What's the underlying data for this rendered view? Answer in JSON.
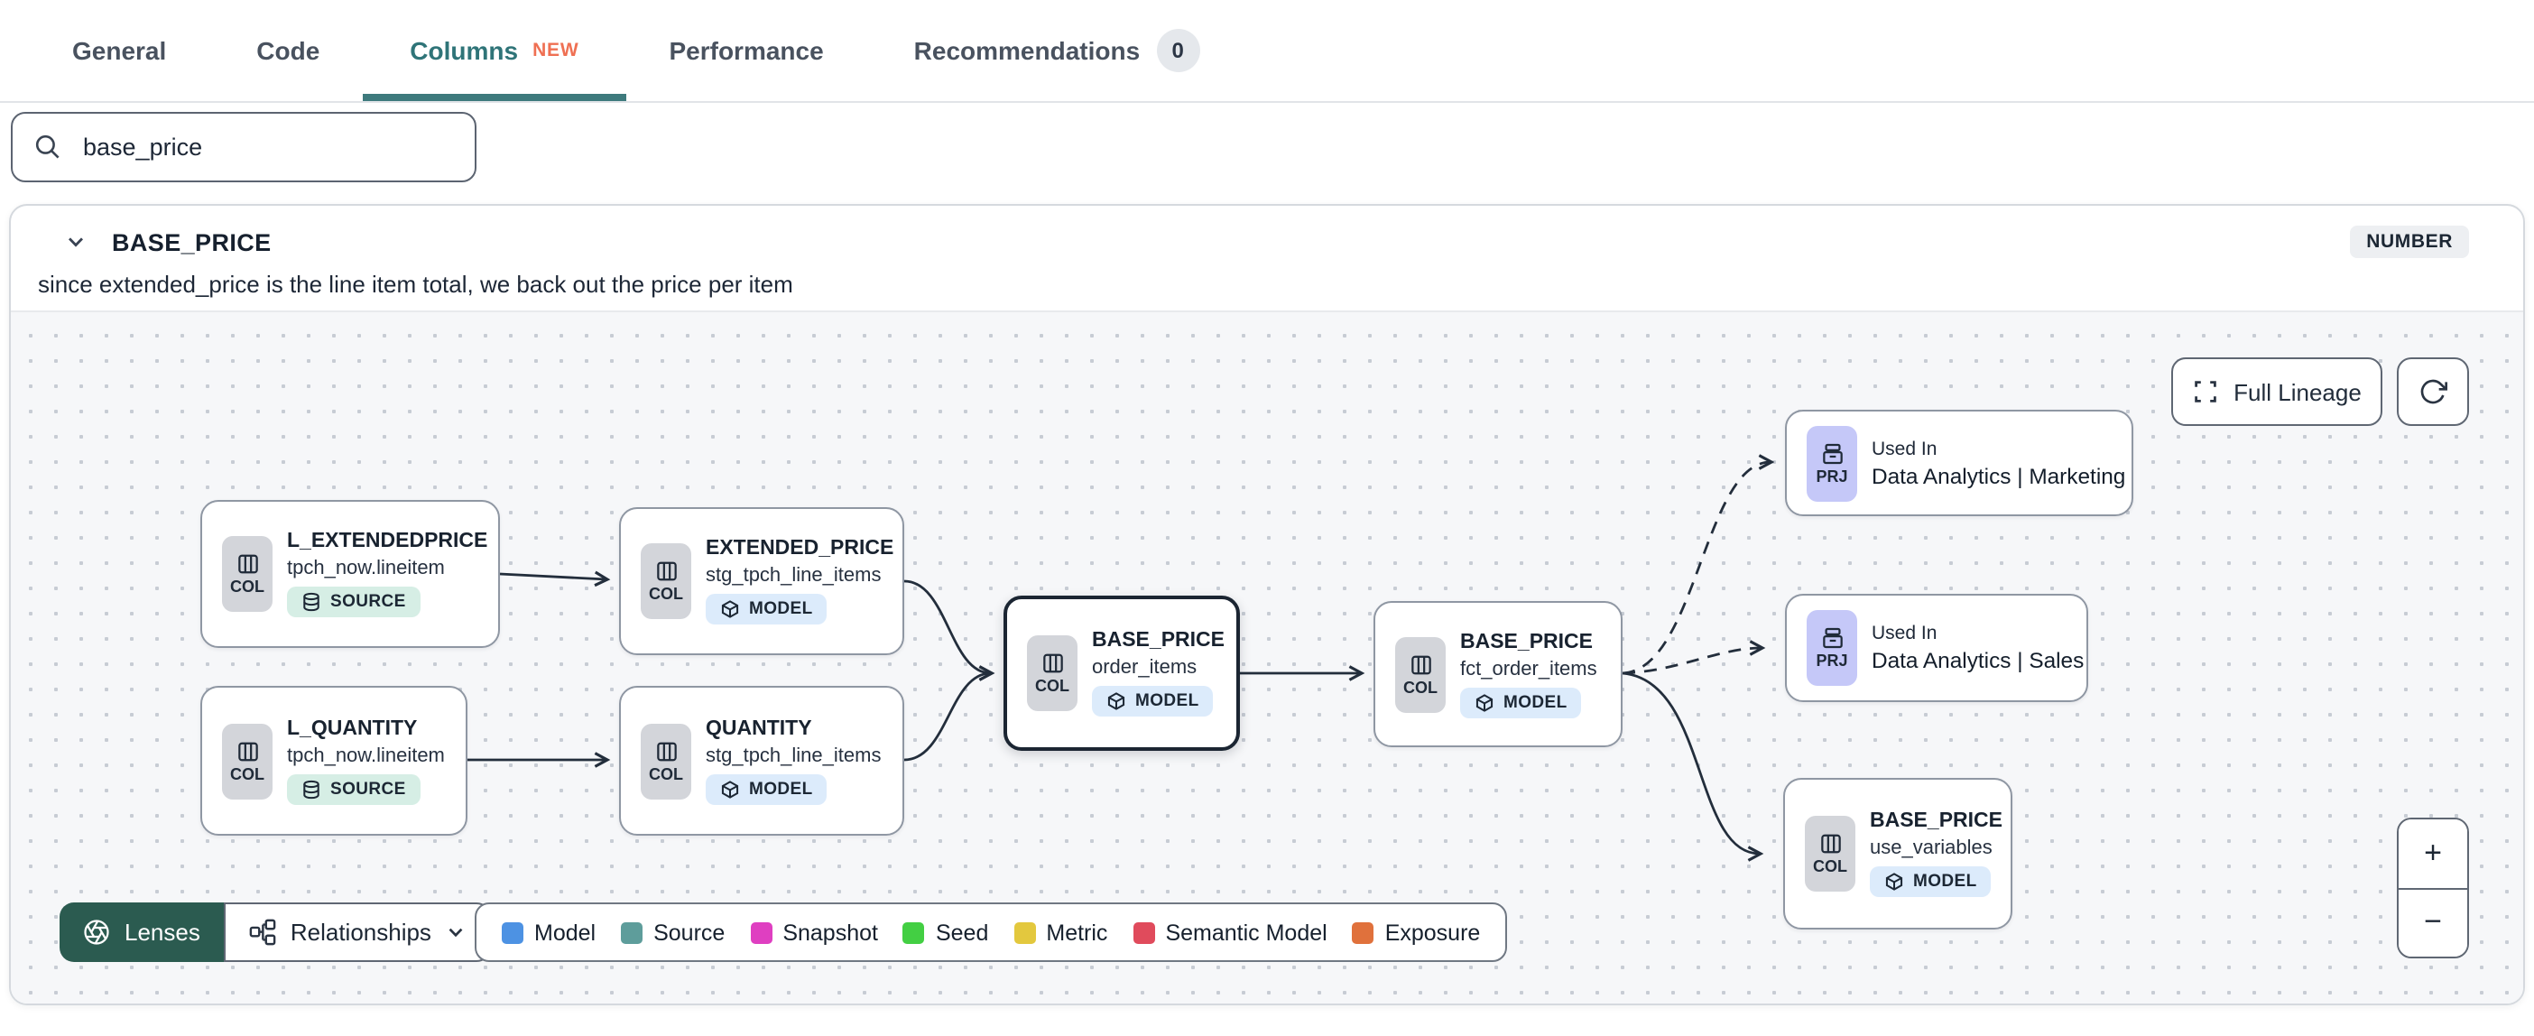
{
  "tabs": [
    {
      "label": "General"
    },
    {
      "label": "Code"
    },
    {
      "label": "Columns",
      "badge": "NEW"
    },
    {
      "label": "Performance"
    },
    {
      "label": "Recommendations",
      "count": "0"
    }
  ],
  "search": {
    "value": "base_price"
  },
  "column_card": {
    "name": "BASE_PRICE",
    "type": "NUMBER",
    "description": "since extended_price is the line item total, we back out the price per item"
  },
  "theme": {
    "accent_teal": "#3e7a7d",
    "new_badge_orange": "#ef7053",
    "lenses_green": "#2b5b50"
  },
  "lineage": {
    "controls": {
      "full_lineage_label": "Full Lineage",
      "zoom_in_label": "+",
      "zoom_out_label": "−"
    },
    "toolbar": {
      "lenses_label": "Lenses",
      "relationships_label": "Relationships"
    },
    "legend": [
      {
        "label": "Model",
        "color": "#4d92e3"
      },
      {
        "label": "Source",
        "color": "#5e9d9b"
      },
      {
        "label": "Snapshot",
        "color": "#df3fc1"
      },
      {
        "label": "Seed",
        "color": "#43cf43"
      },
      {
        "label": "Metric",
        "color": "#e3c83e"
      },
      {
        "label": "Semantic Model",
        "color": "#e04b5c"
      },
      {
        "label": "Exposure",
        "color": "#e0713c"
      }
    ],
    "nodes": [
      {
        "title": "L_EXTENDEDPRICE",
        "subtitle": "tpch_now.lineitem",
        "kind": "COL",
        "resource": "SOURCE"
      },
      {
        "title": "EXTENDED_PRICE",
        "subtitle": "stg_tpch_line_items",
        "kind": "COL",
        "resource": "MODEL"
      },
      {
        "title": "L_QUANTITY",
        "subtitle": "tpch_now.lineitem",
        "kind": "COL",
        "resource": "SOURCE"
      },
      {
        "title": "QUANTITY",
        "subtitle": "stg_tpch_line_items",
        "kind": "COL",
        "resource": "MODEL"
      },
      {
        "title": "BASE_PRICE",
        "subtitle": "order_items",
        "kind": "COL",
        "resource": "MODEL",
        "selected": true
      },
      {
        "title": "BASE_PRICE",
        "subtitle": "fct_order_items",
        "kind": "COL",
        "resource": "MODEL"
      },
      {
        "title": "Used In",
        "subtitle": "Data Analytics | Marketing",
        "kind": "PRJ"
      },
      {
        "title": "Used In",
        "subtitle": "Data Analytics | Sales",
        "kind": "PRJ"
      },
      {
        "title": "BASE_PRICE",
        "subtitle": "use_variables",
        "kind": "COL",
        "resource": "MODEL"
      }
    ],
    "edges": [
      {
        "from": "L_EXTENDEDPRICE (tpch_now.lineitem)",
        "to": "EXTENDED_PRICE (stg_tpch_line_items)",
        "style": "solid"
      },
      {
        "from": "L_QUANTITY (tpch_now.lineitem)",
        "to": "QUANTITY (stg_tpch_line_items)",
        "style": "solid"
      },
      {
        "from": "EXTENDED_PRICE (stg_tpch_line_items)",
        "to": "BASE_PRICE (order_items)",
        "style": "solid"
      },
      {
        "from": "QUANTITY (stg_tpch_line_items)",
        "to": "BASE_PRICE (order_items)",
        "style": "solid"
      },
      {
        "from": "BASE_PRICE (order_items)",
        "to": "BASE_PRICE (fct_order_items)",
        "style": "solid"
      },
      {
        "from": "BASE_PRICE (fct_order_items)",
        "to": "Used In Data Analytics | Marketing",
        "style": "dashed"
      },
      {
        "from": "BASE_PRICE (fct_order_items)",
        "to": "Used In Data Analytics | Sales",
        "style": "dashed"
      },
      {
        "from": "BASE_PRICE (fct_order_items)",
        "to": "BASE_PRICE (use_variables)",
        "style": "solid"
      }
    ]
  }
}
